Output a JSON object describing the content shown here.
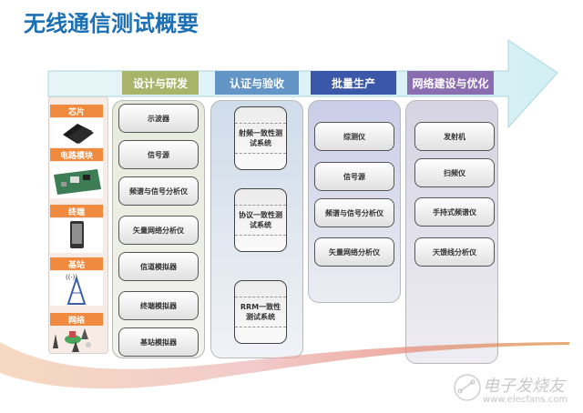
{
  "title": "无线通信测试概要",
  "phases": [
    {
      "label": "设计与研发",
      "color": "#a7b46a"
    },
    {
      "label": "认证与验收",
      "color": "#6294c6"
    },
    {
      "label": "批量生产",
      "color": "#3b57a8"
    },
    {
      "label": "网络建设与优化",
      "color": "#8a6cb0"
    }
  ],
  "categories": [
    {
      "label": "芯片",
      "icon": "chip-icon"
    },
    {
      "label": "电路模块",
      "icon": "circuit-board-icon"
    },
    {
      "label": "终端",
      "icon": "phone-icon"
    },
    {
      "label": "基站",
      "icon": "cell-tower-icon"
    },
    {
      "label": "网络",
      "icon": "network-icon"
    }
  ],
  "columns": {
    "design": [
      "示波器",
      "信号源",
      "频谱与信号分析仪",
      "矢量网络分析仪",
      "信道模拟器",
      "终端模拟器",
      "基站模拟器"
    ],
    "certification": [
      "射频一致性测试系统",
      "协议一致性测试系统",
      "RRM一致性测试系统"
    ],
    "production": [
      "综测仪",
      "信号源",
      "频谱与信号分析仪",
      "矢量网络分析仪"
    ],
    "network": [
      "发射机",
      "扫频仪",
      "手持式频谱仪",
      "天馈线分析仪"
    ]
  },
  "watermark": {
    "brand": "电子发烧友",
    "url": "www.elecfans.com"
  }
}
